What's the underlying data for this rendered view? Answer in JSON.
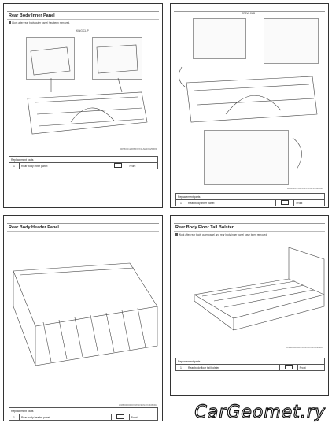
{
  "pages": [
    {
      "title": "Rear Body Inner Panel",
      "note": "Work after rear body outer panel has been removed.",
      "fig1_label": "KING CLIP",
      "fig_code": "RPB0D125865X2X3HW4X425B8D",
      "table": {
        "header": "Replacement parts",
        "rows": [
          {
            "num": "1",
            "name": "Rear body inner panel",
            "dir": "Front"
          }
        ]
      }
    },
    {
      "fig1_label": "CREW CAB",
      "fig_code": "RPB0D125865X2X3HW4X430022",
      "table": {
        "header": "Replacement parts",
        "rows": [
          {
            "num": "1",
            "name": "Rear body inner panel",
            "dir": "Front"
          }
        ]
      }
    },
    {
      "title": "Rear Body Header Panel",
      "fig_code": "WJB0000000X4X5D3KN4X440B302",
      "table": {
        "header": "Replacement parts",
        "rows": [
          {
            "num": "1",
            "name": "Rear body header panel",
            "dir": "Front"
          }
        ]
      }
    },
    {
      "title": "Rear Body Floor Tail Bolster",
      "note": "Work after rear body outer panel and rear body inner panel have been removed.",
      "fig_code": "WJB0000000X4X5D3KN4X45B3D2",
      "table": {
        "header": "Replacement parts",
        "rows": [
          {
            "num": "1",
            "name": "Rear body floor tail bolster",
            "dir": "Front"
          }
        ]
      }
    }
  ],
  "watermark": "CarGeomet.ry"
}
